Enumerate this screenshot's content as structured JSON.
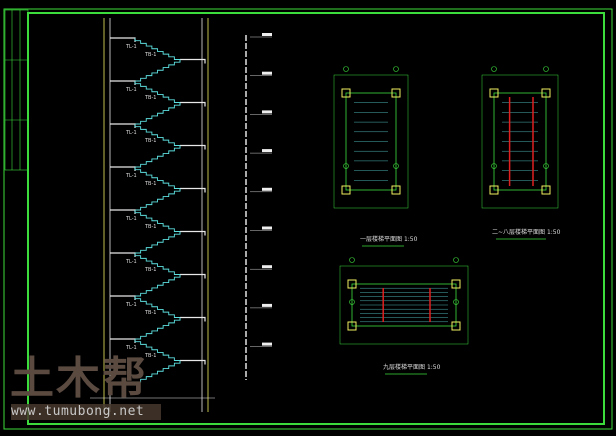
{
  "drawing": {
    "floors": 8,
    "stair_labels": {
      "landing": "TL-1",
      "flight": "TB-1"
    },
    "plans": [
      {
        "title": "一层楼梯平面图",
        "scale": "1:50"
      },
      {
        "title": "二~八层楼梯平面图",
        "scale": "1:50"
      },
      {
        "title": "九层楼梯平面图",
        "scale": "1:50"
      }
    ],
    "colors": {
      "frame": "#3cdc3c",
      "stair": "#5ee0e0",
      "wall": "#e8e8e8",
      "axis": "#3cdc3c",
      "red": "#e02020",
      "column": "#f0f060",
      "bg": "#000000"
    }
  },
  "watermark": {
    "logo": "土木帮",
    "url": "www.tumubong.net"
  }
}
